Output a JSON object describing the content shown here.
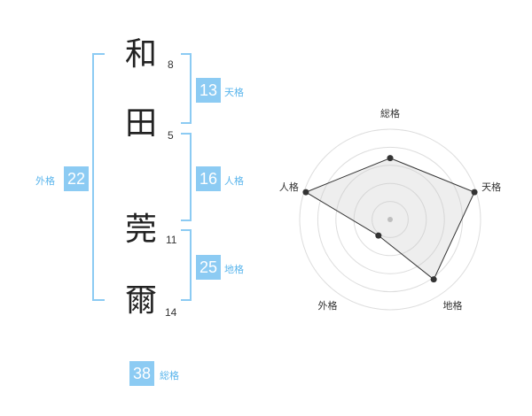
{
  "name": {
    "chars": [
      {
        "char": "和",
        "strokes": "8"
      },
      {
        "char": "田",
        "strokes": "5"
      },
      {
        "char": "莞",
        "strokes": "11"
      },
      {
        "char": "爾",
        "strokes": "14"
      }
    ]
  },
  "fortunes": {
    "tenkaku": {
      "value": "13",
      "label": "天格"
    },
    "jinkaku": {
      "value": "16",
      "label": "人格"
    },
    "chikaku": {
      "value": "25",
      "label": "地格"
    },
    "gaikaku": {
      "value": "22",
      "label": "外格"
    },
    "soukaku": {
      "value": "38",
      "label": "総格"
    }
  },
  "colors": {
    "accent": "#8ccbf3",
    "accent_text": "#5ab5ec"
  },
  "chart_data": {
    "type": "radar",
    "axes": [
      "総格",
      "天格",
      "地格",
      "外格",
      "人格"
    ],
    "values": [
      0.68,
      0.98,
      0.82,
      0.22,
      0.98
    ],
    "rings": 5,
    "range": [
      0,
      1
    ]
  }
}
